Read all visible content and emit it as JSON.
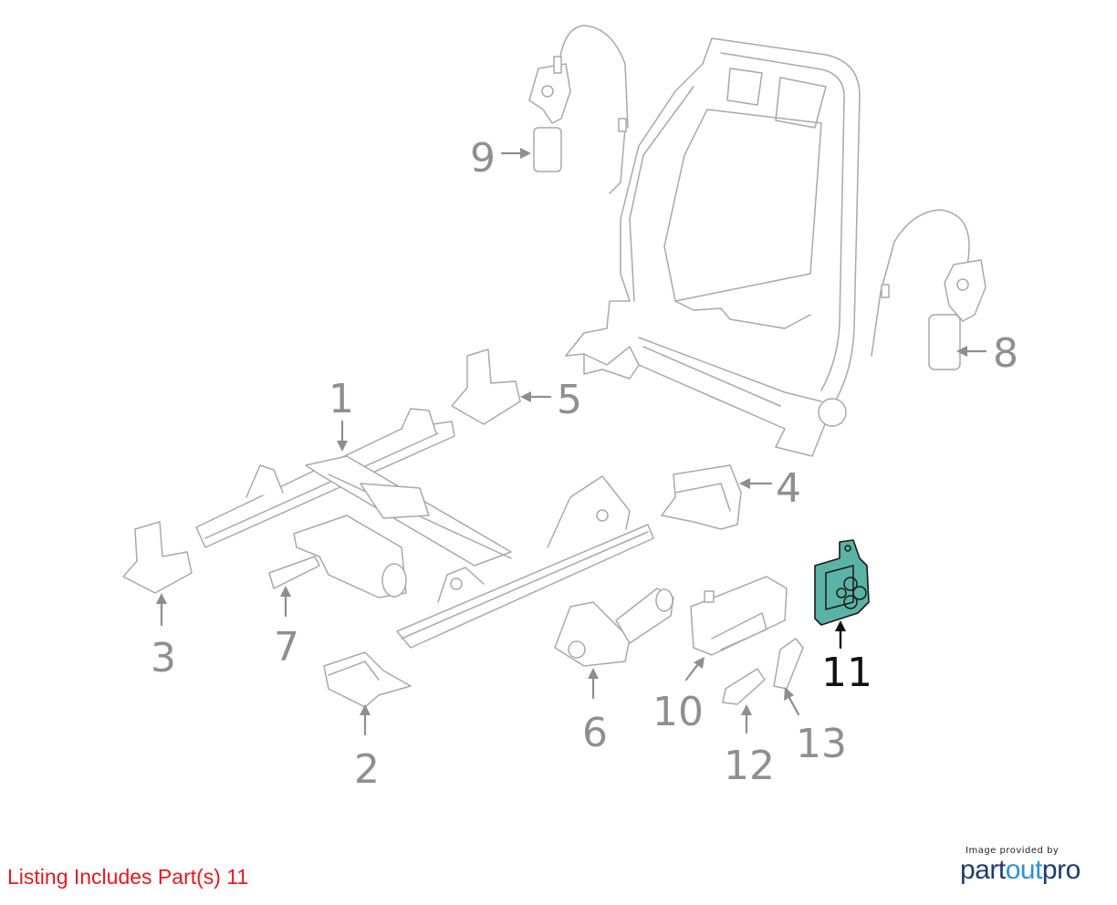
{
  "diagram": {
    "callouts": {
      "c1": "1",
      "c2": "2",
      "c3": "3",
      "c4": "4",
      "c5": "5",
      "c6": "6",
      "c7": "7",
      "c8": "8",
      "c9": "9",
      "c10": "10",
      "c11": "11",
      "c12": "12",
      "c13": "13"
    },
    "highlighted_part": "11",
    "colors": {
      "highlight_fill": "#5bb3a6",
      "line_art": "#a8a8a8",
      "callout": "#8f8f8f",
      "note": "#e4191f"
    }
  },
  "footer": {
    "listing_note": "Listing Includes Part(s) 11",
    "brand_caption": "Image provided by",
    "brand_part1": "part",
    "brand_part2": "out",
    "brand_part3": "pro"
  }
}
